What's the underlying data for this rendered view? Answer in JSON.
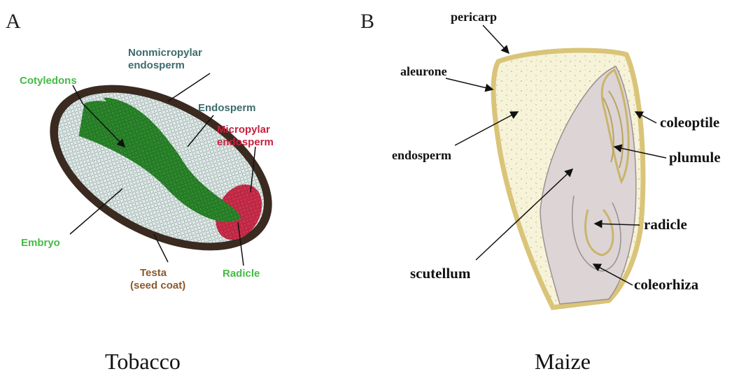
{
  "panel_a": {
    "letter": "A",
    "caption": "Tobacco",
    "labels": {
      "nonmicropylar_1": "Nonmicropylar",
      "nonmicropylar_2": "endosperm",
      "cotyledons": "Cotyledons",
      "endosperm": "Endosperm",
      "micropylar_1": "Micropylar",
      "micropylar_2": "endosperm",
      "embryo": "Embryo",
      "testa_1": "Testa",
      "testa_2": "(seed coat)",
      "radicle": "Radicle"
    },
    "colors": {
      "embryo": "#2f8f2f",
      "endosperm": "#dfe8e6",
      "micropylar": "#cc2244",
      "testa": "#3a2a20",
      "label_green": "#44bb44",
      "label_teal": "#3d6b6b",
      "label_red": "#c8203c",
      "label_brown": "#8b5a2b"
    }
  },
  "panel_b": {
    "letter": "B",
    "caption": "Maize",
    "labels": {
      "pericarp": "pericarp",
      "aleurone": "aleurone",
      "coleoptile": "coleoptile",
      "endosperm": "endosperm",
      "plumule": "plumule",
      "radicle": "radicle",
      "scutellum": "scutellum",
      "coleorhiza": "coleorhiza"
    },
    "colors": {
      "endosperm": "#f6f3d9",
      "pericarp": "#d9c478",
      "embryo": "#ddd4d6"
    }
  }
}
